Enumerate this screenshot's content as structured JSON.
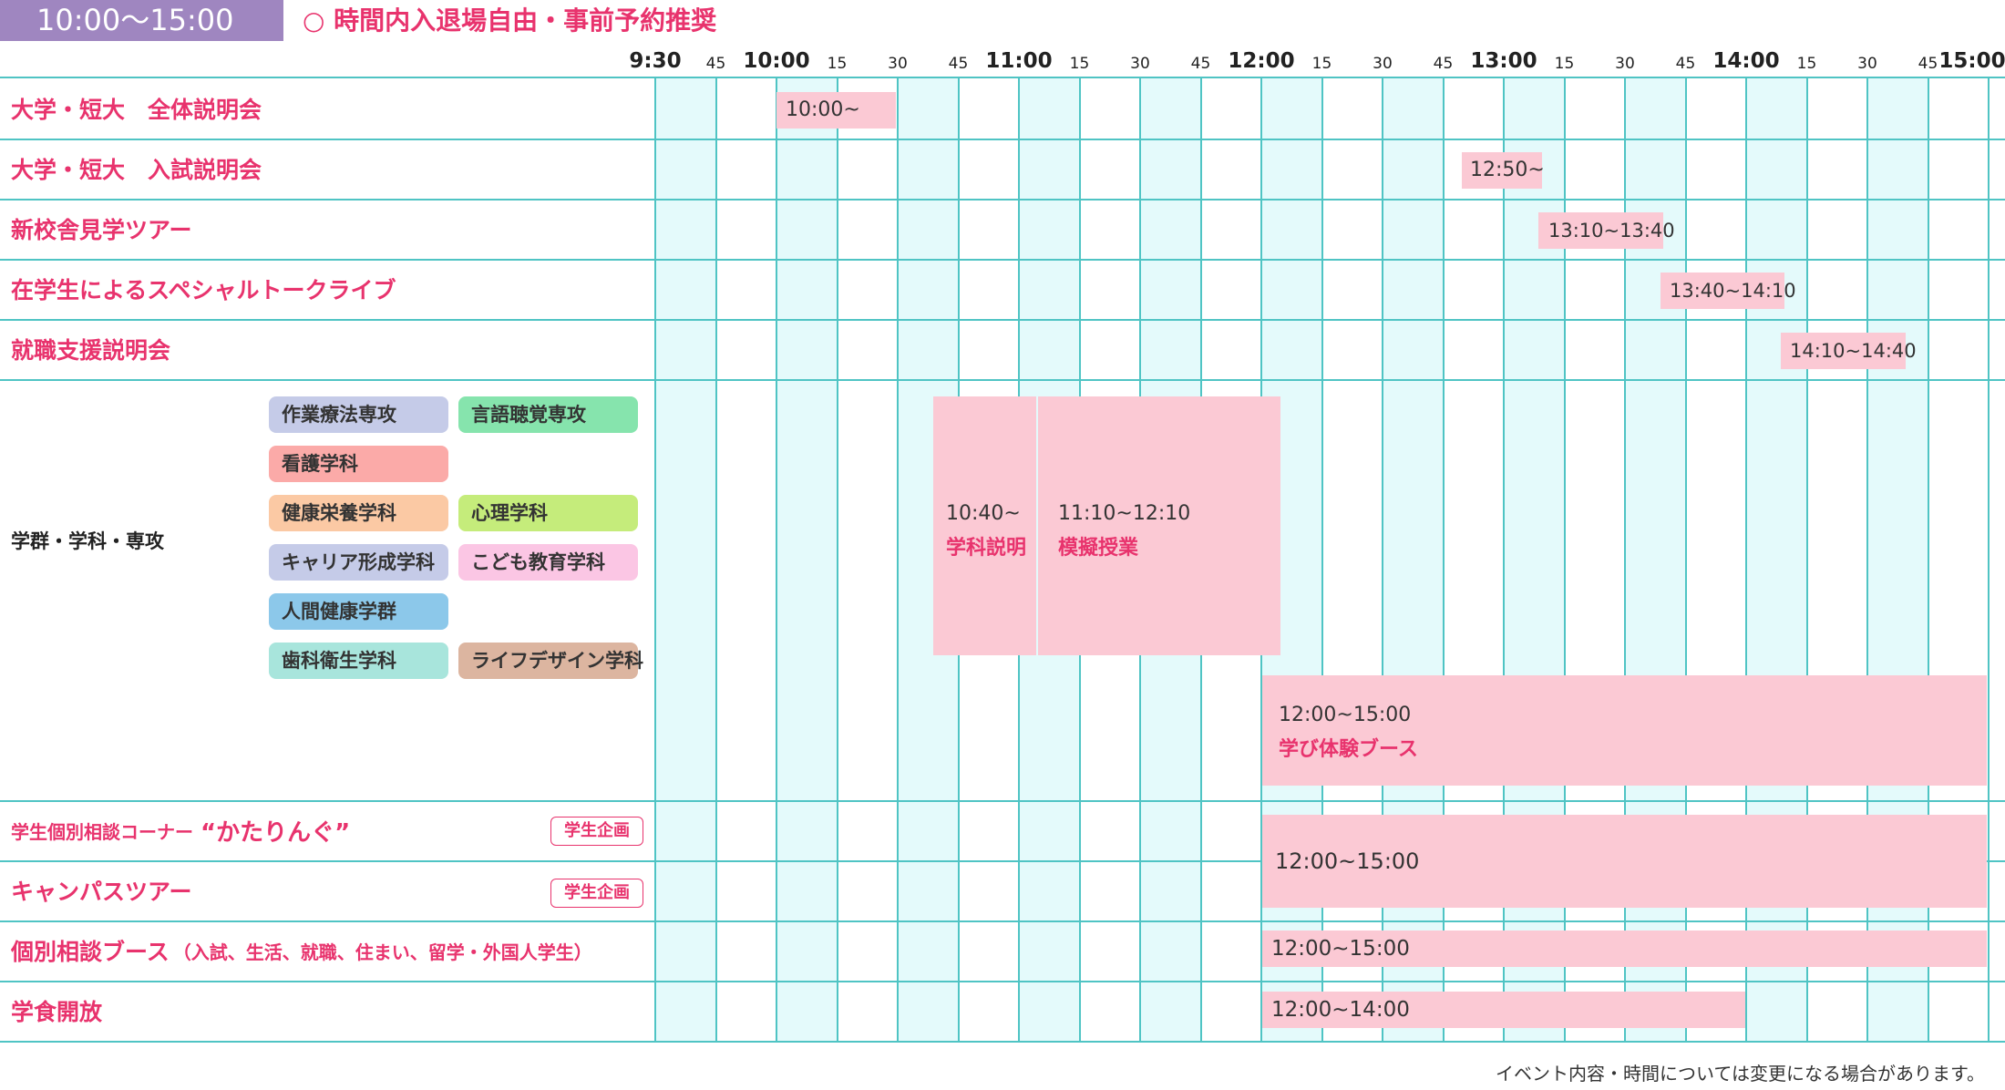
{
  "header": {
    "time_range": "10:00〜15:00",
    "note": "○ 時間内入退場自由・事前予約推奨"
  },
  "timeline": {
    "ticks": [
      "9:30",
      "45",
      "10:00",
      "15",
      "30",
      "45",
      "11:00",
      "15",
      "30",
      "45",
      "12:00",
      "15",
      "30",
      "45",
      "13:00",
      "15",
      "30",
      "45",
      "14:00",
      "15",
      "30",
      "45",
      "15:00"
    ]
  },
  "rows": [
    {
      "label": "大学・短大　全体説明会",
      "event": "10:00~"
    },
    {
      "label": "大学・短大　入試説明会",
      "event": "12:50~"
    },
    {
      "label": "新校舎見学ツアー",
      "event": "13:10~13:40"
    },
    {
      "label": "在学生によるスペシャルトークライブ",
      "event": "13:40~14:10"
    },
    {
      "label": "就職支援説明会",
      "event": "14:10~14:40"
    }
  ],
  "departments": {
    "group_label": "学群・学科・専攻",
    "items": [
      {
        "label": "作業療法専攻",
        "color": "#c5cbe8"
      },
      {
        "label": "言語聴覚専攻",
        "color": "#86e4ad"
      },
      {
        "label": "看護学科",
        "color": "#fbaaa8"
      },
      {
        "label": "健康栄養学科",
        "color": "#fbc9a4"
      },
      {
        "label": "心理学科",
        "color": "#c5ec7b"
      },
      {
        "label": "キャリア形成学科",
        "color": "#c5cbe8"
      },
      {
        "label": "こども教育学科",
        "color": "#fbc6e4"
      },
      {
        "label": "人間健康学群",
        "color": "#8cc8ea"
      },
      {
        "label": "歯科衛生学科",
        "color": "#a8e5dc"
      },
      {
        "label": "ライフデザイン学科",
        "color": "#dcb5a0"
      }
    ],
    "events": [
      {
        "time": "10:40~",
        "label": "学科説明"
      },
      {
        "time": "11:10~12:10",
        "label": "模擬授業"
      },
      {
        "time": "12:00~15:00",
        "label": "学び体験ブース"
      }
    ]
  },
  "lower_rows": {
    "consult_corner_label": "学生個別相談コーナー",
    "consult_corner_quote": "“かたりんぐ”",
    "campus_tour_label": "キャンパスツアー",
    "badge": "学生企画",
    "merged_event": "12:00~15:00",
    "booth_label": "個別相談ブース",
    "booth_sub": "（入試、生活、就職、住まい、留学・外国人学生）",
    "booth_event": "12:00~15:00",
    "cafeteria_label": "学食開放",
    "cafeteria_event": "12:00~14:00"
  },
  "footer": "イベント内容・時間については変更になる場合があります。"
}
